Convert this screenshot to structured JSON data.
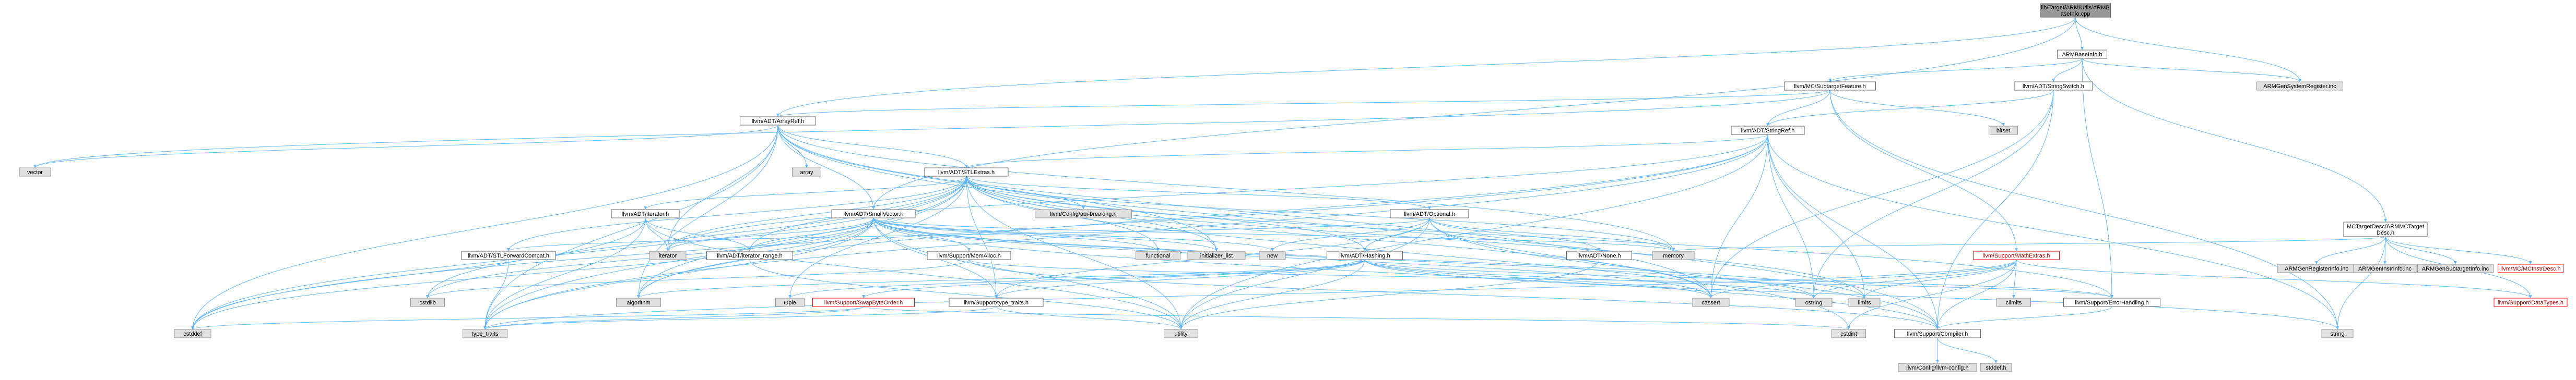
{
  "colors": {
    "edge": "#63b8ff",
    "node_border": "#666666",
    "root_fill": "#999999",
    "system_fill": "#e0e0e0",
    "missing_border": "#ff0000"
  },
  "nodes": {
    "root": "lib/Target/ARM/Utils/ARMBaseInfo.cpp",
    "armbaseinfo_h": "ARMBaseInfo.h",
    "arraymatrix_arrayref": "llvm/ADT/ArrayRef.h",
    "subtarget": "llvm/MC/SubtargetFeature.h",
    "stringswitch": "llvm/ADT/StringSwitch.h",
    "mctargetdesc": "MCTargetDesc/ARMMCTarget Desc.h",
    "armgensysreg": "ARMGenSystemRegister.inc",
    "stringref": "llvm/ADT/StringRef.h",
    "bitset": "bitset",
    "vector": "vector",
    "array": "array",
    "stlextras": "llvm/ADT/STLExtras.h",
    "smallvector": "llvm/ADT/SmallVector.h",
    "adt_iterator": "llvm/ADT/iterator.h",
    "stlforwardcompat": "llvm/ADT/STLForwardCompat.h",
    "iterator": "iterator",
    "iterator_range": "llvm/ADT/iterator_range.h",
    "config_abi": "llvm/Config/abi-breaking.h",
    "functional": "functional",
    "initializer_list": "initializer_list",
    "new": "new",
    "memalloc": "llvm/Support/MemAlloc.h",
    "optional": "llvm/ADT/Optional.h",
    "hashing": "llvm/ADT/Hashing.h",
    "none": "llvm/ADT/None.h",
    "memory": "memory",
    "cassert": "cassert",
    "cstring": "cstring",
    "limits": "limits",
    "mathextras": "llvm/Support/MathExtras.h",
    "climits": "climits",
    "errorhandling": "llvm/Support/ErrorHandling.h",
    "cstdlib": "cstdlib",
    "algorithm": "algorithm",
    "tuple": "tuple",
    "swapbyteorder": "llvm/Support/SwapByteOrder.h",
    "support_typetraits": "llvm/Support/type_traits.h",
    "cstddef": "cstddef",
    "type_traits": "type_traits",
    "utility": "utility",
    "cstdint": "cstdint",
    "compiler": "llvm/Support/Compiler.h",
    "string": "string",
    "llvm_config": "llvm/Config/llvm-config.h",
    "stddef": "stddef.h",
    "armgenregisterinfo": "ARMGenRegisterInfo.inc",
    "armgeninstrinfo": "ARMGenInstrInfo.inc",
    "armgensubtargetinfo": "ARMGenSubtargetInfo.inc",
    "mcinstrdesc": "llvm/MC/MCInstrDesc.h",
    "datatypes": "llvm/Support/DataTypes.h"
  }
}
